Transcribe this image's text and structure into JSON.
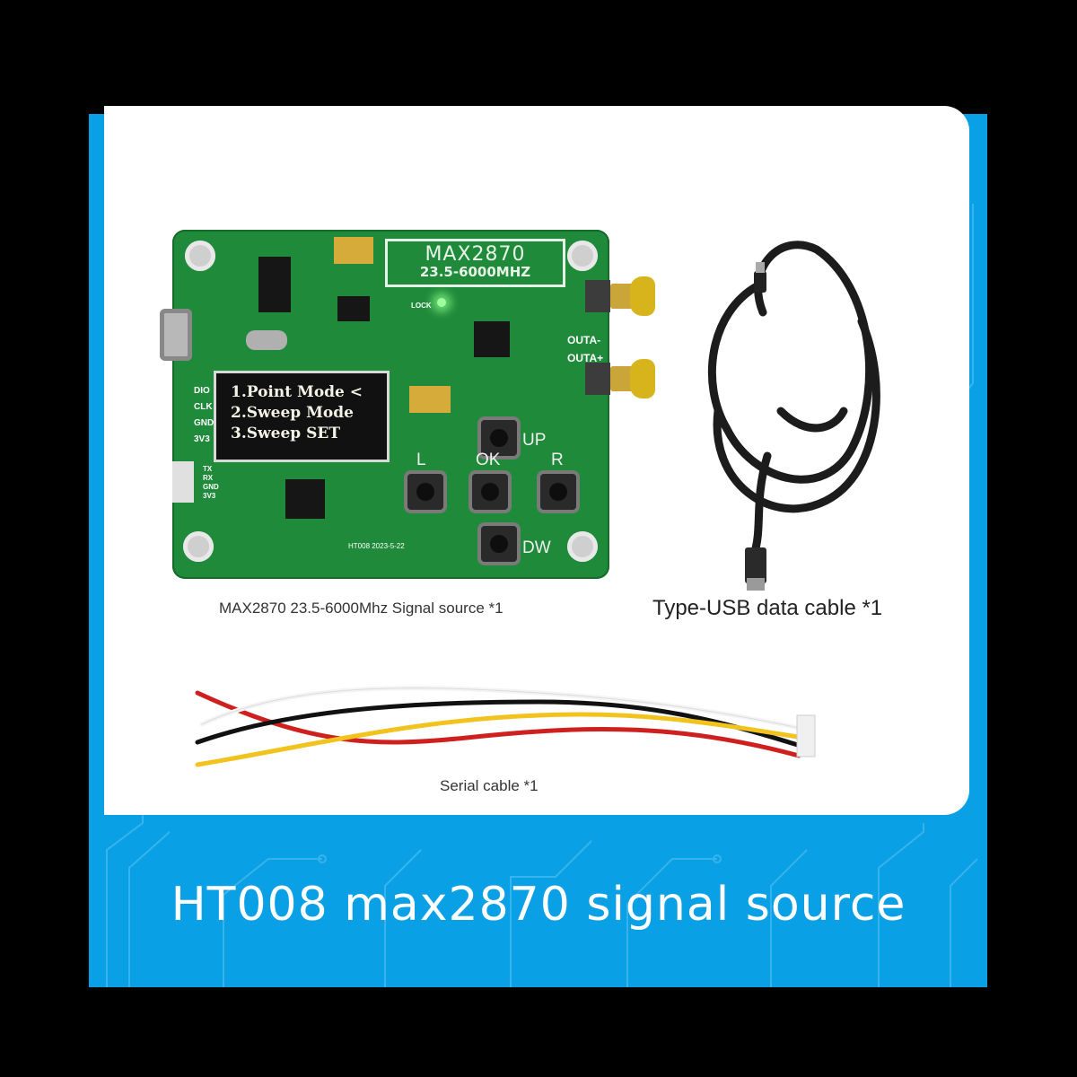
{
  "board": {
    "silk_title": "MAX2870",
    "silk_subtitle": "23.5-6000MHZ",
    "oled_lines": [
      "1.Point Mode <",
      "2.Sweep Mode",
      "3.Sweep SET"
    ],
    "buttons": {
      "up": "UP",
      "left": "L",
      "ok": "OK",
      "right": "R",
      "down": "DW"
    },
    "outputs": {
      "minus": "OUTA-",
      "plus": "OUTA+"
    },
    "pins_left": [
      "DIO",
      "CLK",
      "GND",
      "3V3"
    ],
    "uart_pins": [
      "TX",
      "RX",
      "GND",
      "3V3"
    ],
    "marking": "HT008  2023-5-22",
    "lock_label": "LOCK"
  },
  "captions": {
    "board": "MAX2870 23.5-6000Mhz Signal source *1",
    "usb_cable": "Type-USB data cable *1",
    "serial_cable": "Serial cable *1"
  },
  "banner": {
    "title": "HT008 max2870 signal source"
  },
  "colors": {
    "frame_blue": "#0aa0e6",
    "pcb_green": "#1f8a3a",
    "background": "#000000"
  }
}
